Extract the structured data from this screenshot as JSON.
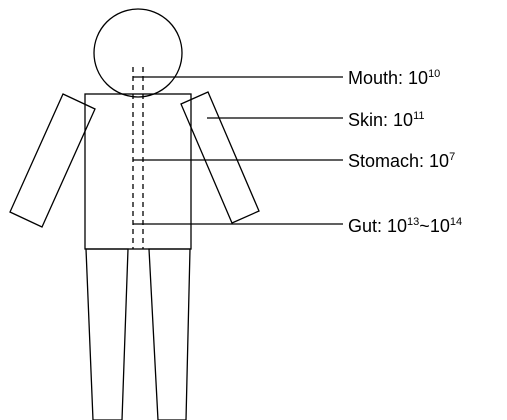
{
  "colors": {
    "stroke": "#000000",
    "background": "#ffffff"
  },
  "labels": {
    "mouth": {
      "name": "Mouth: ",
      "base": "10",
      "exp": "10"
    },
    "skin": {
      "name": "Skin: ",
      "base": "10",
      "exp": "11"
    },
    "stomach": {
      "name": "Stomach: ",
      "base": "10",
      "exp": "7"
    },
    "gut": {
      "name": "Gut: ",
      "base": "10",
      "exp": "13",
      "sep": "~",
      "base2": "10",
      "exp2": "14"
    }
  }
}
